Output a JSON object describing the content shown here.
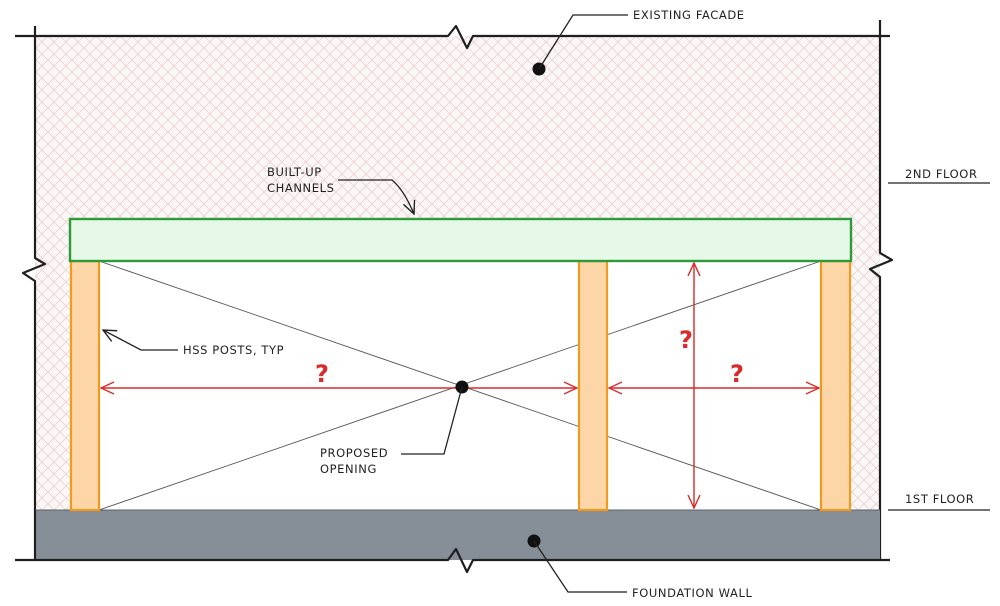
{
  "labels": {
    "existing_facade": "EXISTING FACADE",
    "second_floor": "2ND FLOOR",
    "built_up_line1": "BUILT-UP",
    "built_up_line2": "CHANNELS",
    "hss_posts": "HSS POSTS, TYP",
    "proposed_line1": "PROPOSED",
    "proposed_line2": "OPENING",
    "first_floor": "1ST FLOOR",
    "foundation_wall": "FOUNDATION WALL"
  },
  "dimensions": {
    "left_span": "?",
    "right_span": "?",
    "height": "?"
  },
  "colors": {
    "beam_fill": "#e6f8e8",
    "beam_stroke": "#2f9a3a",
    "post_fill": "#fdd6a8",
    "post_stroke": "#ee9b1f",
    "foundation_fill": "#868e98",
    "dimension": "#d92b2b",
    "hatch": "#e8c9c9"
  }
}
